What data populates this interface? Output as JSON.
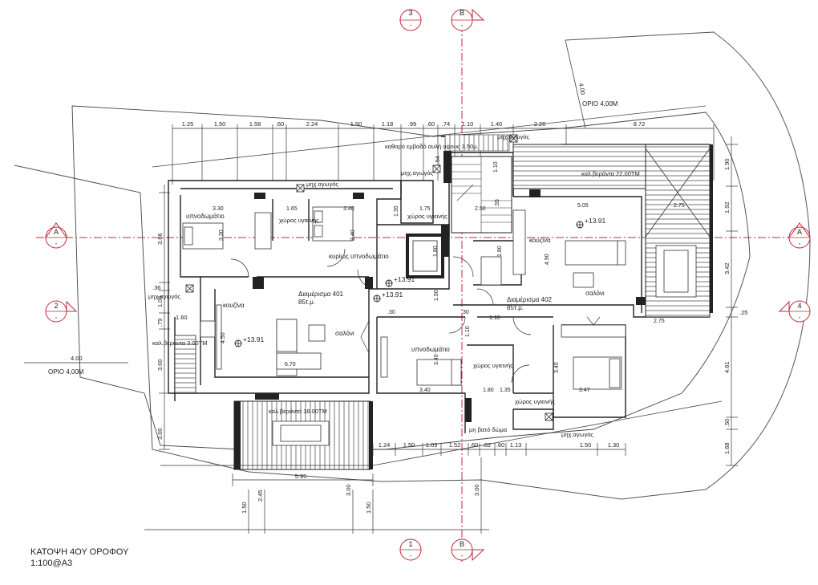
{
  "drawing": {
    "title": "ΚΑΤΟΨΗ 4ΟΥ ΟΡΟΦΟΥ",
    "scale": "1:100@A3"
  },
  "sections": {
    "top_3": "3",
    "top_b": "B",
    "bottom_1": "1",
    "bottom_b": "B",
    "left_a": "A",
    "right_a": "A",
    "left_2": "2",
    "right_4": "4",
    "dash": "-"
  },
  "boundary": {
    "top_label": "ΟΡΙΟ 4,00Μ",
    "top_dim": "4.00",
    "left_label": "ΟΡΙΟ 4,00Μ",
    "left_dim": "4.00"
  },
  "dims_top": [
    "1.25",
    "1.50",
    "1.58",
    ".60",
    "2.24",
    "1.50",
    "1.18",
    ".99",
    ".60",
    ".74",
    "1.10",
    "1.40",
    "2.26",
    "8.72"
  ],
  "dims_bottom": [
    "1.24",
    "1.50",
    "1.03",
    "1.52",
    ".60",
    ".82",
    ".60",
    "1.13",
    "1.50",
    "1.30"
  ],
  "dims_bottom2": [
    "5.95",
    "1.50",
    "2.45",
    "3.00",
    "1.50",
    "3.00"
  ],
  "dims_right": [
    "1.90",
    "1.92",
    "3.42",
    ".25",
    "4.61",
    ".50",
    "1.68"
  ],
  "dims_left": [
    "3.66",
    ".36",
    "1.06",
    "1.60",
    ".79",
    "3.00",
    "3.00"
  ],
  "rooms": {
    "bedroom1": "υπνοδωμάτιο",
    "bath1": "χώρος υγιεινής",
    "master": "κυρίως υπνοδωμάτιο",
    "duct1": "μηχ.αγωγός",
    "duct2": "μηχ.αγωγός",
    "duct3": "μηχ.αγωγός",
    "duct4": "μηχ.αγωγός",
    "duct5": "μηχ.αγωγός",
    "kitchen401": "κουζίνα",
    "apt401": "Διαμέρισμα 401",
    "apt401_area": "85τ.μ.",
    "salon401": "σαλόνι",
    "bal401": "καλ.βεράντα 3.00ΤΜ",
    "bal_main": "καλ.βεράντα 18.00ΤΜ",
    "bath_wc": "χώρος υγιεινής",
    "bedroom2": "υπνοδωμάτιο",
    "bath2": "χώρος υγιεινής",
    "bath3": "χώρος υγιεινής",
    "kitchen402": "κουζίνα",
    "apt402": "Διαμέρισμα 402",
    "apt402_area": "85τ.μ.",
    "salon402": "σαλόνι",
    "bal402": "καλ.βεράντα 22.00ΤΜ",
    "corridor": "καθαρό εμβαδό αυλή υψους 3.50μ.",
    "non_walk": "μη βατό δώμα"
  },
  "room_dims": {
    "r1w": "3.30",
    "r1h": "3.30",
    "b1w": "1.65",
    "mw": "3.40",
    "mh": "3.40",
    "b1h": "1.35",
    "cw": "1.75",
    "st1": "2.50",
    "st2": "1.80",
    "st3": "1.80",
    "st4": "1.50",
    "l1": "5.05",
    "l2": "2.75",
    "l3": "4.90",
    "l4": "4.50",
    "l5": "6.70",
    "l6": ".30",
    "l7": ".30",
    "l8": "1.10",
    "l9": "1.10",
    "l10": "3.40",
    "l11": "3.40",
    "l12": "1.80",
    "l13": "1.35",
    "l14": "3.47",
    "l15": "3.40",
    "l16": "2.75",
    "l17": "1.10",
    "l18": ".55",
    "l19": "1.54"
  },
  "levels": {
    "lv1": "+13.91",
    "lv2": "+13.91",
    "lv3": "+13.91",
    "lv4": "+13.91"
  }
}
